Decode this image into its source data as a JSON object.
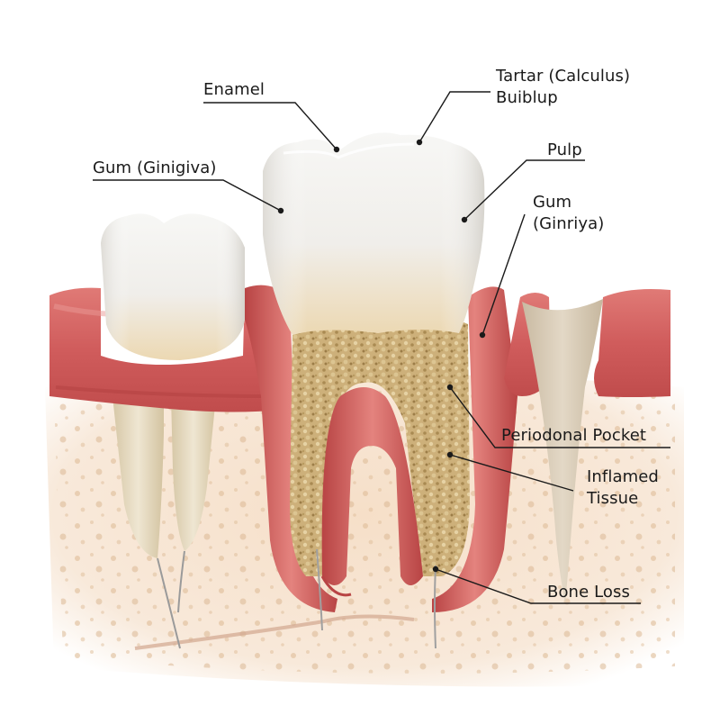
{
  "diagram": {
    "subject": "Periodontal disease — tooth cross-section",
    "colors": {
      "background": "#ffffff",
      "enamel": "#f2f1ee",
      "enamel_shade": "#d9d6cf",
      "dentin_base": "#ecd9b4",
      "tartar": "#c9ab72",
      "tartar_dark": "#a8884f",
      "gum": "#d96a6a",
      "gum_dark": "#b84848",
      "gum_light": "#e99a95",
      "bone": "#f6e1cc",
      "bone_spots": "#dcb894",
      "root": "#e7dcc4",
      "pocket": "#d8ccb8",
      "nerve": "#9a9a9a",
      "leader": "#1a1a1a"
    },
    "labels": [
      {
        "id": "enamel",
        "text": "Enamel"
      },
      {
        "id": "gum-left",
        "text": "Gum (Ginigiva)"
      },
      {
        "id": "tartar",
        "text": "Tartar (Calculus)\nBuiblup"
      },
      {
        "id": "pulp",
        "text": "Pulp"
      },
      {
        "id": "gum-right",
        "text": "Gum\n(Ginriya)"
      },
      {
        "id": "periodontal-pocket",
        "text": "Periodonal Pocket"
      },
      {
        "id": "inflamed-tissue",
        "text": "Inflamed\nTissue"
      },
      {
        "id": "bone-loss",
        "text": "Bone Loss"
      }
    ]
  }
}
